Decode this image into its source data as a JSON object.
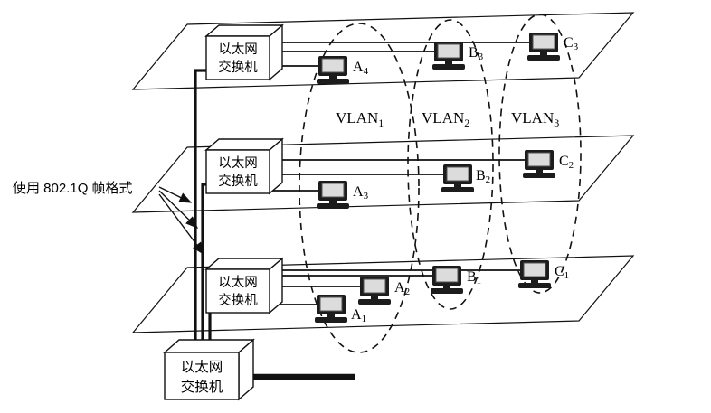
{
  "diagram": {
    "annotation": {
      "text": "使用 802.1Q 帧格式"
    },
    "switch_label": {
      "line1": "以太网",
      "line2": "交换机"
    },
    "vlans": {
      "vlan1": {
        "base": "VLAN",
        "sub": "1"
      },
      "vlan2": {
        "base": "VLAN",
        "sub": "2"
      },
      "vlan3": {
        "base": "VLAN",
        "sub": "3"
      }
    },
    "computers": {
      "a1": {
        "base": "A",
        "sub": "1"
      },
      "a2": {
        "base": "A",
        "sub": "2"
      },
      "a3": {
        "base": "A",
        "sub": "3"
      },
      "a4": {
        "base": "A",
        "sub": "4"
      },
      "b1": {
        "base": "B",
        "sub": "1"
      },
      "b2": {
        "base": "B",
        "sub": "2"
      },
      "b3": {
        "base": "B",
        "sub": "3"
      },
      "c1": {
        "base": "C",
        "sub": "1"
      },
      "c2": {
        "base": "C",
        "sub": "2"
      },
      "c3": {
        "base": "C",
        "sub": "3"
      }
    }
  }
}
